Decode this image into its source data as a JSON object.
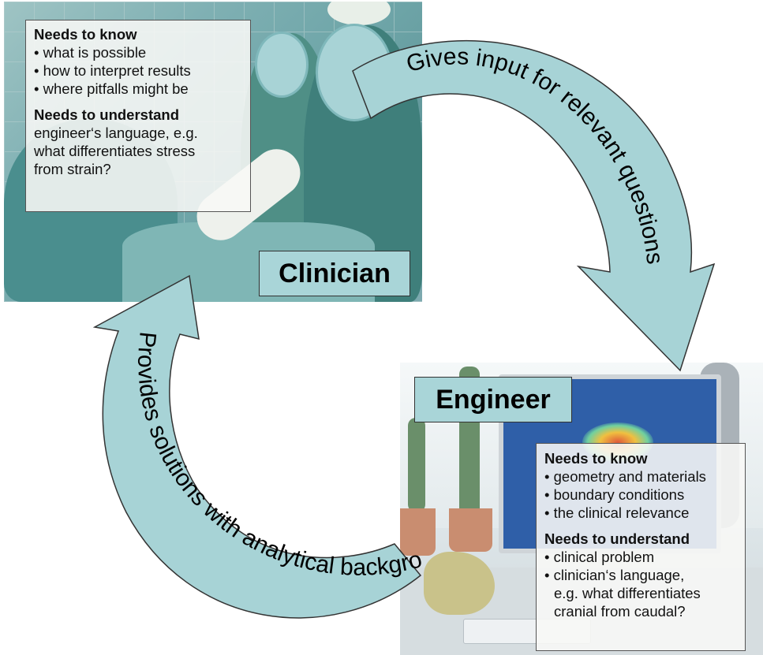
{
  "clinician": {
    "label": "Clinician",
    "needs_to_know_heading": "Needs to know",
    "needs_to_know": [
      "what is possible",
      "how to interpret results",
      "where pitfalls might be"
    ],
    "needs_to_understand_heading": "Needs to understand",
    "needs_to_understand_lines": [
      "engineer‘s language, e.g.",
      "what differentiates stress",
      "from strain?"
    ]
  },
  "engineer": {
    "label": "Engineer",
    "needs_to_know_heading": "Needs to know",
    "needs_to_know": [
      "geometry and materials",
      "boundary conditions",
      "the clinical relevance"
    ],
    "needs_to_understand_heading": "Needs to understand",
    "needs_to_understand": [
      "clinical problem",
      "clinician‘s language,"
    ],
    "needs_to_understand_cont": [
      "e.g. what differentiates",
      "cranial from caudal?"
    ]
  },
  "arrows": {
    "top_right": "Gives input for relevant questions",
    "bottom_left": "Provides solutions with analytical background"
  },
  "colors": {
    "arrow_fill": "#a7d3d6",
    "label_fill": "#a9d5d8"
  }
}
